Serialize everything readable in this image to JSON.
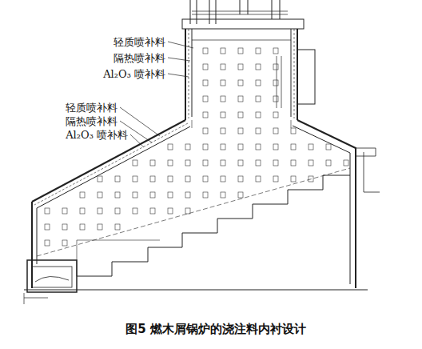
{
  "diagram": {
    "caption": "图5 燃木屑锅炉的浇注料内衬设计",
    "labels": [
      "轻质喷补料",
      "隔热喷补料",
      "Al₂O₃ 喷补料",
      "轻质喷补料",
      "隔热喷补料",
      "Al₂O₃ 喷补料"
    ]
  }
}
